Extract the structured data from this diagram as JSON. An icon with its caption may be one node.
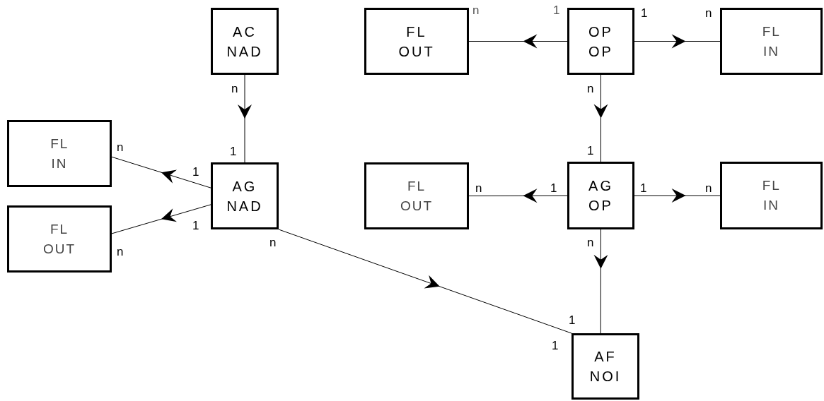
{
  "diagram": {
    "nodes": [
      {
        "text": [
          "AC NAD"
        ]
      },
      {
        "text": [
          "FL OUT"
        ]
      },
      {
        "text": [
          "OP OP"
        ]
      },
      {
        "text": [
          "FL IN"
        ]
      },
      {
        "text": [
          "FL IN"
        ]
      },
      {
        "text": [
          "AG NAD"
        ]
      },
      {
        "text": [
          "FL OUT"
        ]
      },
      {
        "text": [
          "AG OP"
        ]
      },
      {
        "text": [
          "FL IN"
        ]
      },
      {
        "text": [
          "FL OUT"
        ]
      },
      {
        "text": [
          "AF NOI"
        ]
      }
    ],
    "edges": [
      {
        "from": 0,
        "to": 5,
        "arrow": "to"
      },
      {
        "from": 2,
        "to": 1,
        "arrow": "to"
      },
      {
        "from": 2,
        "to": 3,
        "arrow": "to"
      },
      {
        "from": 2,
        "to": 7,
        "arrow": "to"
      },
      {
        "from": 5,
        "to": 4,
        "arrow": "to"
      },
      {
        "from": 5,
        "to": 9,
        "arrow": "to"
      },
      {
        "from": 5,
        "to": 10,
        "arrow": "to"
      },
      {
        "from": 7,
        "to": 6,
        "arrow": "to"
      },
      {
        "from": 7,
        "to": 8,
        "arrow": "to"
      },
      {
        "from": 7,
        "to": 10,
        "arrow": "to"
      }
    ],
    "labels": [
      "n",
      "1",
      "1",
      "n",
      "n",
      "n",
      "n",
      "1",
      "1",
      "1",
      "n",
      "1",
      "1",
      "n",
      "1",
      "n",
      "n",
      "n",
      "1",
      "1"
    ]
  }
}
